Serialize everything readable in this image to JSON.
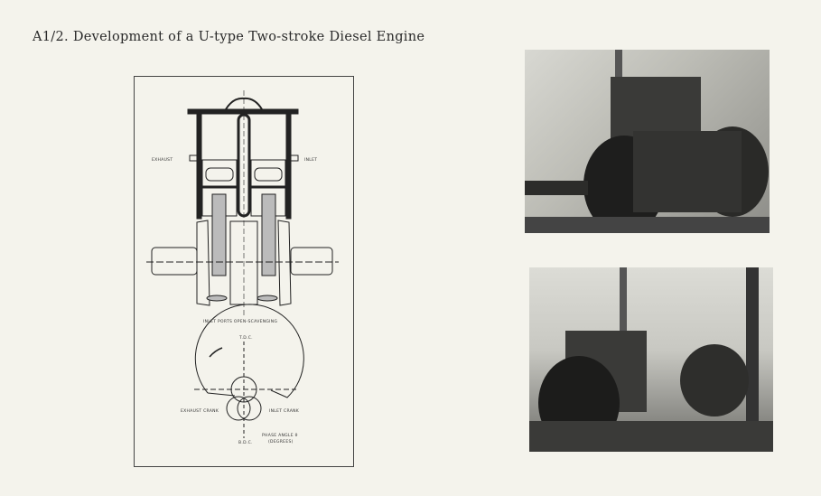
{
  "caption": "A1/2. Development of a U-type Two-stroke Diesel Engine",
  "diagram": {
    "labels": {
      "exhaust": "EXHAUST",
      "inlet": "INLET",
      "scavenging": "INLET PORTS OPEN-SCAVENGING",
      "tdc": "T.D.C.",
      "exhaust_crank": "EXHAUST CRANK",
      "inlet_crank": "INLET CRANK",
      "phase_angle": "PHASE ANGLE θ",
      "degrees": "(DEGREES)",
      "bdc": "B.D.C."
    }
  }
}
